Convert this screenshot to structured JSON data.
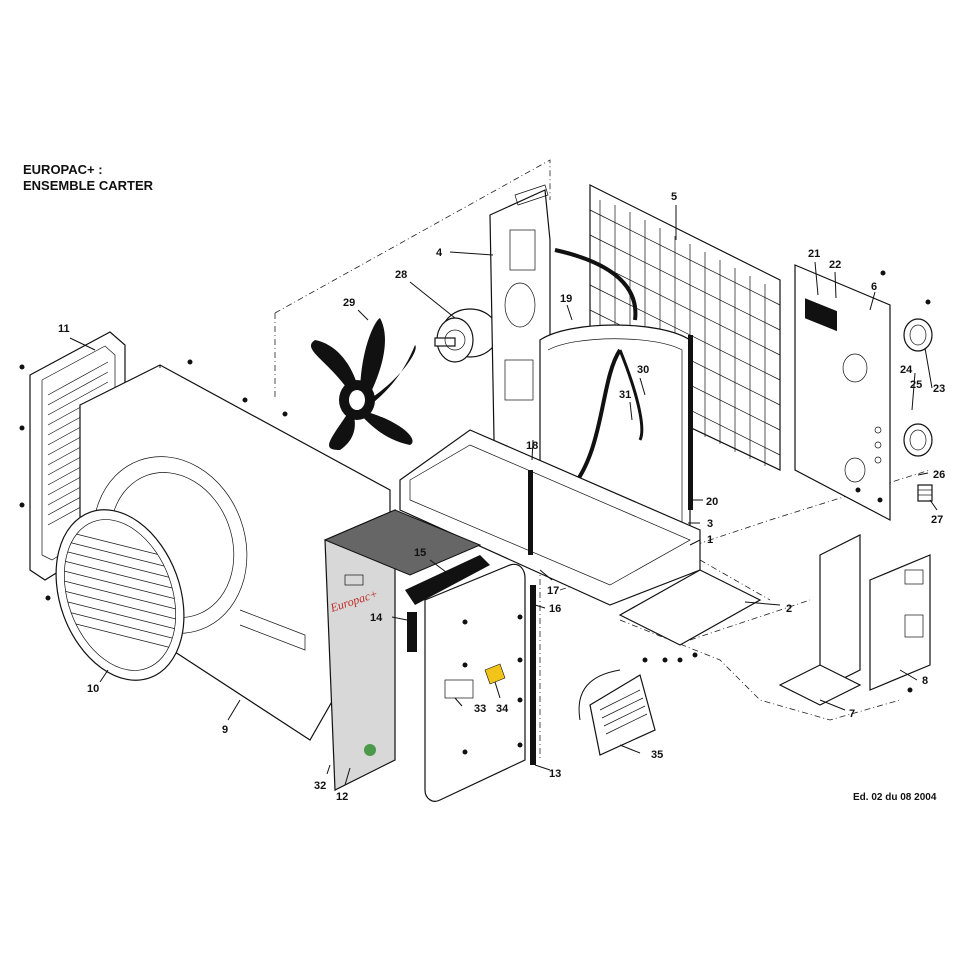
{
  "title": {
    "line1": "EUROPAC+ :",
    "line2": "ENSEMBLE CARTER"
  },
  "edition": "Ed. 02 du 08 2004",
  "panel_text": {
    "brand": "Europac+"
  },
  "callouts": [
    {
      "id": "1",
      "label": "1"
    },
    {
      "id": "2",
      "label": "2"
    },
    {
      "id": "3",
      "label": "3"
    },
    {
      "id": "4",
      "label": "4"
    },
    {
      "id": "5",
      "label": "5"
    },
    {
      "id": "6",
      "label": "6"
    },
    {
      "id": "7",
      "label": "7"
    },
    {
      "id": "8",
      "label": "8"
    },
    {
      "id": "9",
      "label": "9"
    },
    {
      "id": "10",
      "label": "10"
    },
    {
      "id": "11",
      "label": "11"
    },
    {
      "id": "12",
      "label": "12"
    },
    {
      "id": "13",
      "label": "13"
    },
    {
      "id": "14",
      "label": "14"
    },
    {
      "id": "15",
      "label": "15"
    },
    {
      "id": "16",
      "label": "16"
    },
    {
      "id": "17",
      "label": "17"
    },
    {
      "id": "18",
      "label": "18"
    },
    {
      "id": "19",
      "label": "19"
    },
    {
      "id": "20",
      "label": "20"
    },
    {
      "id": "21",
      "label": "21"
    },
    {
      "id": "22",
      "label": "22"
    },
    {
      "id": "23",
      "label": "23"
    },
    {
      "id": "24",
      "label": "24"
    },
    {
      "id": "25",
      "label": "25"
    },
    {
      "id": "26",
      "label": "26"
    },
    {
      "id": "27",
      "label": "27"
    },
    {
      "id": "28",
      "label": "28"
    },
    {
      "id": "29",
      "label": "29"
    },
    {
      "id": "30",
      "label": "30"
    },
    {
      "id": "31",
      "label": "31"
    },
    {
      "id": "32",
      "label": "32"
    },
    {
      "id": "33",
      "label": "33"
    },
    {
      "id": "34",
      "label": "34"
    },
    {
      "id": "35",
      "label": "35"
    }
  ]
}
